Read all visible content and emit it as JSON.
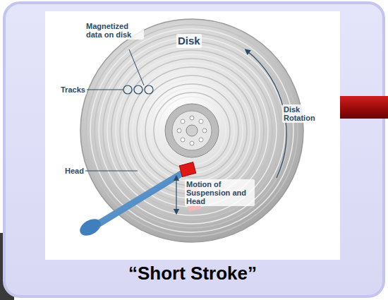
{
  "diagram": {
    "caption": "“Short Stroke”",
    "labels": [
      "Magnetized data on disk",
      "Tracks",
      "Disk",
      "Head",
      "Disk Rotation",
      "Motion of Suspension and Head"
    ]
  }
}
